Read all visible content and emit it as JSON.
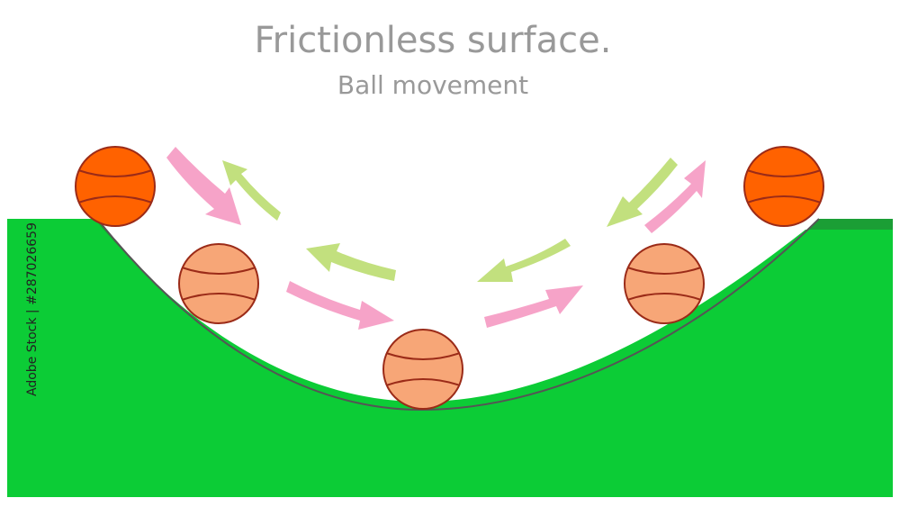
{
  "diagram": {
    "title": "Frictionless surface.",
    "subtitle": "Ball movement",
    "side_text": "Adobe Stock | #287026659"
  },
  "colors": {
    "ground_fill": "#0ccc36",
    "ground_dark": "#1b9e35",
    "ground_outline": "#555555",
    "ball_end_fill": "#ff6200",
    "ball_mid_fill": "#f7a677",
    "ball_stroke": "#9b2b18",
    "arrow_down": "#f6a3c8",
    "arrow_up": "#c2e07e",
    "text": "#999999"
  },
  "balls": [
    {
      "name": "ball-left-top",
      "kind": "end"
    },
    {
      "name": "ball-left-mid",
      "kind": "mid"
    },
    {
      "name": "ball-bottom",
      "kind": "mid"
    },
    {
      "name": "ball-right-mid",
      "kind": "mid"
    },
    {
      "name": "ball-right-top",
      "kind": "end"
    }
  ],
  "arrows": [
    {
      "name": "arrow-down-left-upper",
      "kind": "down"
    },
    {
      "name": "arrow-down-left-lower",
      "kind": "down"
    },
    {
      "name": "arrow-down-right-lower",
      "kind": "down"
    },
    {
      "name": "arrow-down-right-upper",
      "kind": "down"
    },
    {
      "name": "arrow-up-left-upper",
      "kind": "up"
    },
    {
      "name": "arrow-up-left-lower",
      "kind": "up"
    },
    {
      "name": "arrow-up-right-lower",
      "kind": "up"
    },
    {
      "name": "arrow-up-right-upper",
      "kind": "up"
    }
  ]
}
